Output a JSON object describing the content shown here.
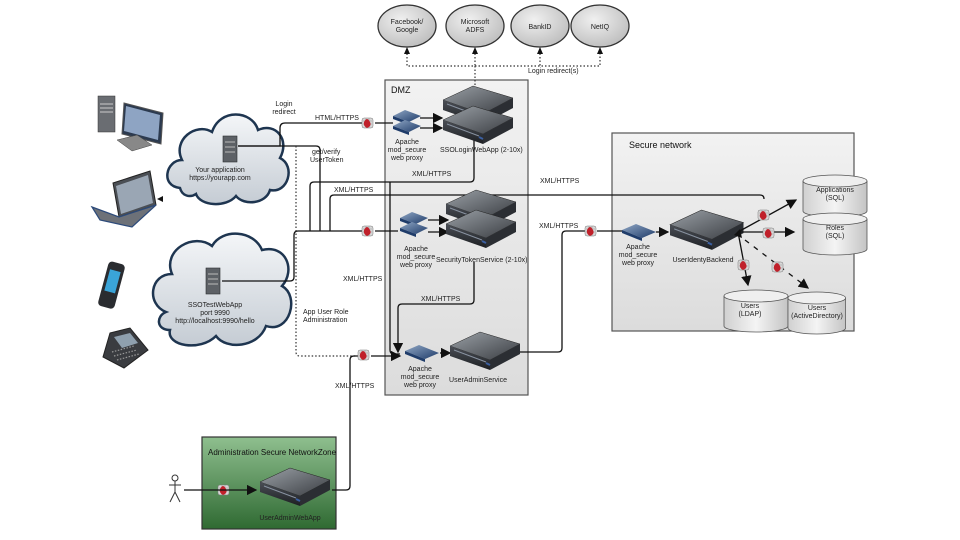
{
  "idps": [
    {
      "line1": "Facebook/",
      "line2": "Google"
    },
    {
      "line1": "Microsoft",
      "line2": "ADFS"
    },
    {
      "line1": "BankID",
      "line2": ""
    },
    {
      "line1": "NetIQ",
      "line2": ""
    }
  ],
  "login_redirects_label": "Login redirect(s)",
  "zones": {
    "dmz": "DMZ",
    "secure": "Secure network",
    "admin": "Administration Secure NetworkZone"
  },
  "clouds": {
    "your_app": {
      "line1": "Your application",
      "line2": "https://yourapp.com"
    },
    "sso_test": {
      "line1": "SSOTestWebApp",
      "line2": "port 9990",
      "line3": "http://localhost:9990/hello"
    }
  },
  "edge_labels": {
    "login_redirect_1": "Login",
    "login_redirect_2": "redirect",
    "html_https": "HTML/HTTPS",
    "get_verify_1": "get/verify",
    "get_verify_2": "UserToken",
    "xml_https": "XML/HTTPS",
    "app_user_role_1": "App User Role",
    "app_user_role_2": "Administration"
  },
  "proxy": {
    "line1": "Apache",
    "line2": "mod_secure",
    "line3": "web proxy"
  },
  "services": {
    "sso_login": "SSOLoginWebApp (2-10x)",
    "sts": "SecurityTokenService (2-10x)",
    "user_admin_service": "UserAdminService",
    "user_identity_backend": "UserIdentyBackend",
    "user_admin_webapp": "UserAdminWebApp"
  },
  "databases": [
    {
      "line1": "Applications",
      "line2": "(SQL)"
    },
    {
      "line1": "Roles",
      "line2": "(SQL)"
    },
    {
      "line1": "Users",
      "line2": "(LDAP)"
    },
    {
      "line1": "Users",
      "line2": "(ActiveDirectory)"
    }
  ],
  "colors": {
    "zone_fill": "#ececec",
    "admin_zone": "#3f7a3f",
    "cloud_fill": "#d8dde3",
    "cloud_stroke": "#1e3550",
    "firewall": "#c0202a"
  }
}
